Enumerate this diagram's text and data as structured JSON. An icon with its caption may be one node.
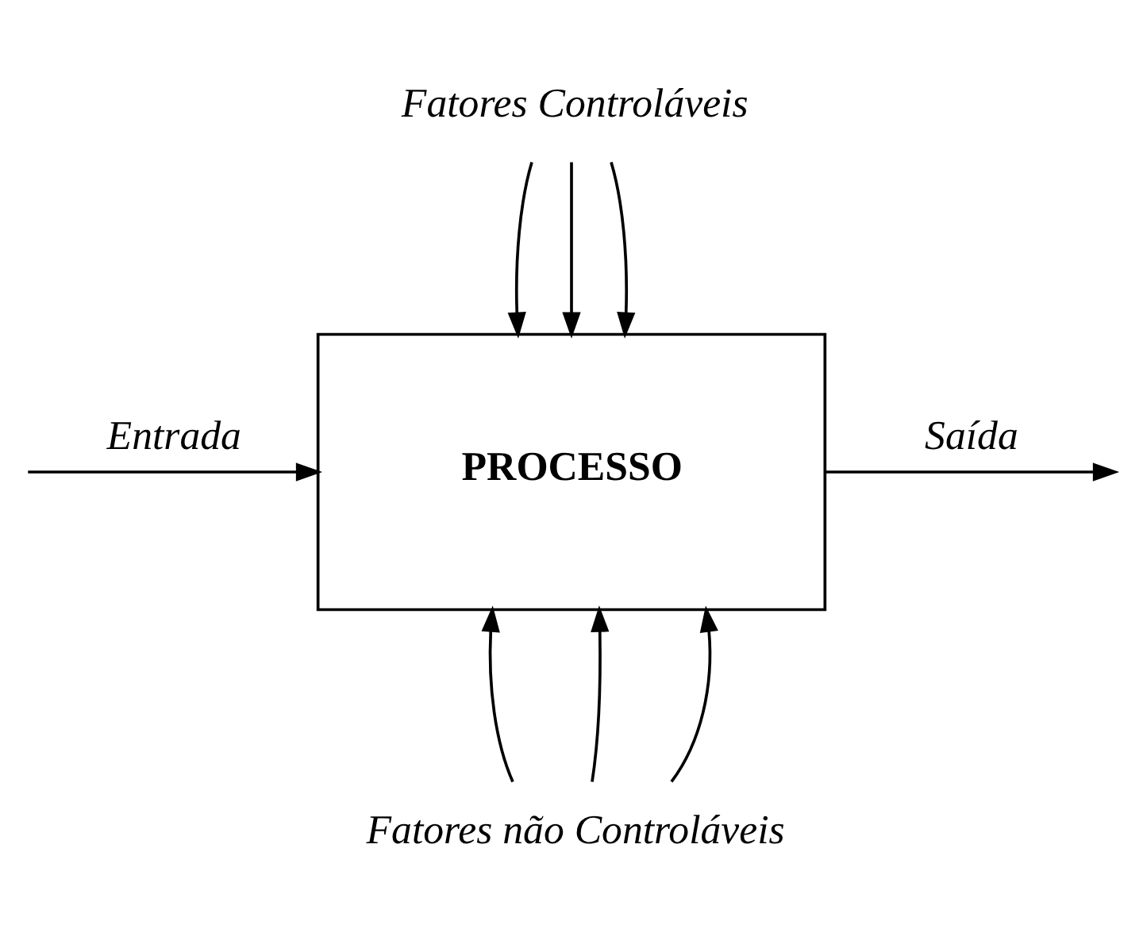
{
  "diagram": {
    "nodes": [
      {
        "text": [
          "Fatores Controláveis"
        ]
      },
      {
        "text": [
          "PROCESSO"
        ]
      },
      {
        "text": [
          "Fatores não Controláveis"
        ]
      }
    ],
    "edges": [
      {
        "from": null,
        "to": 1,
        "arrow": "to",
        "label": "Entrada"
      },
      {
        "from": 1,
        "to": null,
        "arrow": "to",
        "label": "Saída"
      },
      {
        "from": 0,
        "to": 1,
        "arrow": "to"
      },
      {
        "from": 0,
        "to": 1,
        "arrow": "to"
      },
      {
        "from": 0,
        "to": 1,
        "arrow": "to"
      },
      {
        "from": 2,
        "to": 1,
        "arrow": "to"
      },
      {
        "from": 2,
        "to": 1,
        "arrow": "to"
      },
      {
        "from": 2,
        "to": 1,
        "arrow": "to"
      }
    ]
  }
}
